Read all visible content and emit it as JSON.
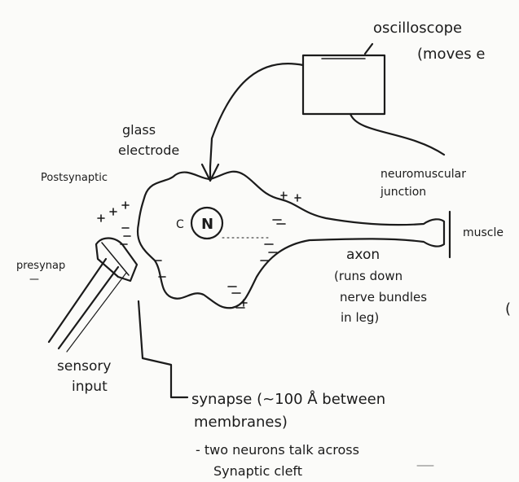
{
  "labels": {
    "oscilloscope": "oscilloscope",
    "oscilloscope_note": "(moves e",
    "glass_electrode_1": "glass",
    "glass_electrode_2": "electrode",
    "postsynaptic": "Postsynaptic",
    "presynaptic": "presynap",
    "nucleus": "N",
    "c_label": "C",
    "neuromuscular_1": "neuromuscular",
    "neuromuscular_2": "junction",
    "muscle": "muscle",
    "axon": "axon",
    "axon_note_1": "(runs down",
    "axon_note_2": "nerve bundles",
    "axon_note_3": "in leg)",
    "sensory_1": "sensory",
    "sensory_2": "input",
    "synapse_1": "synapse (~100 Å between",
    "synapse_2": "membranes)",
    "note_1": "- two neurons talk across",
    "note_2": "Synaptic cleft",
    "margin_paren": "("
  },
  "colors": {
    "ink": "#1b1b1b",
    "paper": "#fbfbf9"
  }
}
